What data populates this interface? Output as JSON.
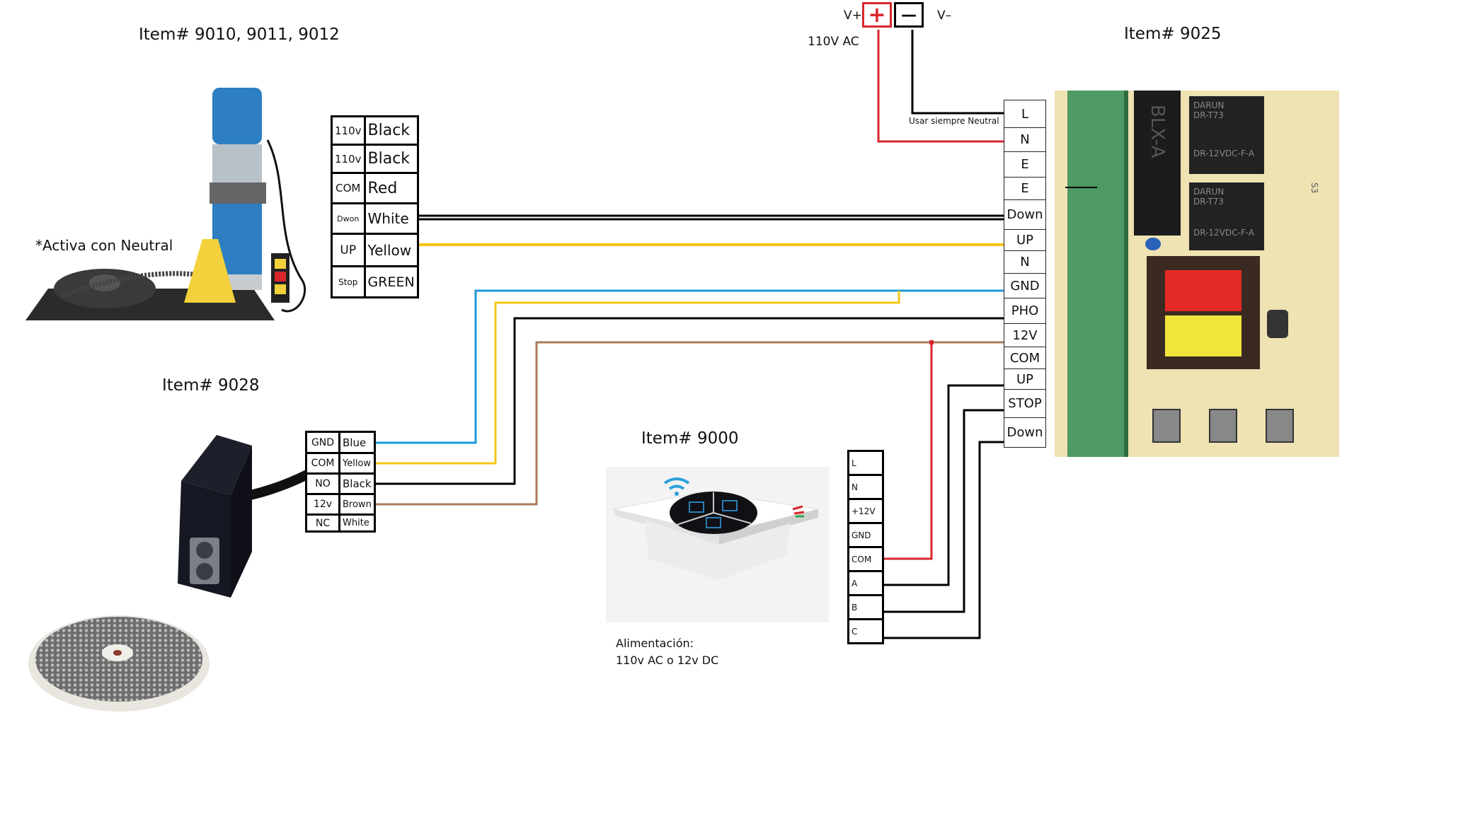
{
  "motor": {
    "title": "Item# 9010, 9011, 9012",
    "note": "*Activa con Neutral",
    "wires": [
      {
        "terminal": "110v",
        "color_name": "Black"
      },
      {
        "terminal": "110v",
        "color_name": "Black"
      },
      {
        "terminal": "COM",
        "color_name": "Red"
      },
      {
        "terminal": "Dwon",
        "color_name": "White"
      },
      {
        "terminal": "UP",
        "color_name": "Yellow"
      },
      {
        "terminal": "Stop",
        "color_name": "GREEN"
      }
    ]
  },
  "sensor": {
    "title": "Item# 9028",
    "wires": [
      {
        "terminal": "GND",
        "color_name": "Blue"
      },
      {
        "terminal": "COM",
        "color_name": "Yellow"
      },
      {
        "terminal": "NO",
        "color_name": "Black"
      },
      {
        "terminal": "12v",
        "color_name": "Brown"
      },
      {
        "terminal": "NC",
        "color_name": "White"
      }
    ]
  },
  "switch": {
    "title": "Item# 9000",
    "power_label": "Alimentación:",
    "power_value": "110v AC  o   12v DC",
    "terminals": [
      "L",
      "N",
      "+12V",
      "GND",
      "COM",
      "A",
      "B",
      "C"
    ]
  },
  "controller": {
    "title": "Item# 9025",
    "terminals": [
      "L",
      "N",
      "E",
      "E",
      "Down",
      "UP",
      "N",
      "GND",
      "PHO",
      "12V",
      "COM",
      "UP",
      "STOP",
      "Down"
    ],
    "neutral_note": "Usar siempre Neutral",
    "board_labels": {
      "relay_brand": "DARUN",
      "relay_model": "DR-T73",
      "relay_part": "DR-12VDC-F-A",
      "module": "BLX-A",
      "side_label": "S3"
    }
  },
  "power": {
    "plus_label": "V+",
    "minus_label": "V–",
    "plus_symbol": "+",
    "minus_symbol": "—",
    "supply": "110V  AC"
  },
  "colors": {
    "black": "#000000",
    "red": "#d8262c",
    "blue": "#1d9ad6",
    "yellow": "#f5c518",
    "brown": "#a97a5a"
  }
}
